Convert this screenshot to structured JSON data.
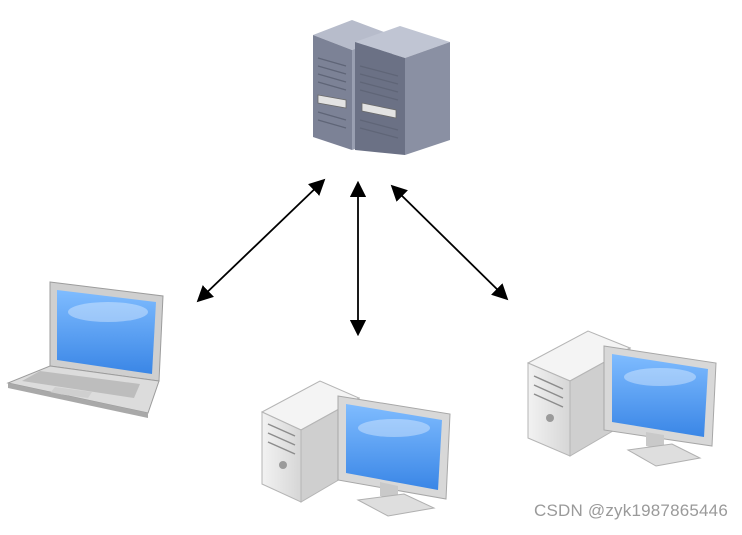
{
  "watermark": "CSDN @zyk1987865446",
  "nodes": [
    {
      "id": "server",
      "icon": "server-rack-icon"
    },
    {
      "id": "laptop",
      "icon": "laptop-icon"
    },
    {
      "id": "desktop-center",
      "icon": "desktop-computer-icon"
    },
    {
      "id": "desktop-right",
      "icon": "desktop-computer-icon"
    }
  ],
  "connections": [
    {
      "from": "server",
      "to": "laptop",
      "direction": "bidirectional"
    },
    {
      "from": "server",
      "to": "desktop-center",
      "direction": "bidirectional"
    },
    {
      "from": "server",
      "to": "desktop-right",
      "direction": "bidirectional"
    }
  ],
  "colors": {
    "server_body": "#8d93a6",
    "server_dark": "#5f6577",
    "screen_blue": "#5aa0f0",
    "pc_body": "#e6e6e6",
    "arrow": "#000000",
    "watermark": "#9a9a9a"
  }
}
